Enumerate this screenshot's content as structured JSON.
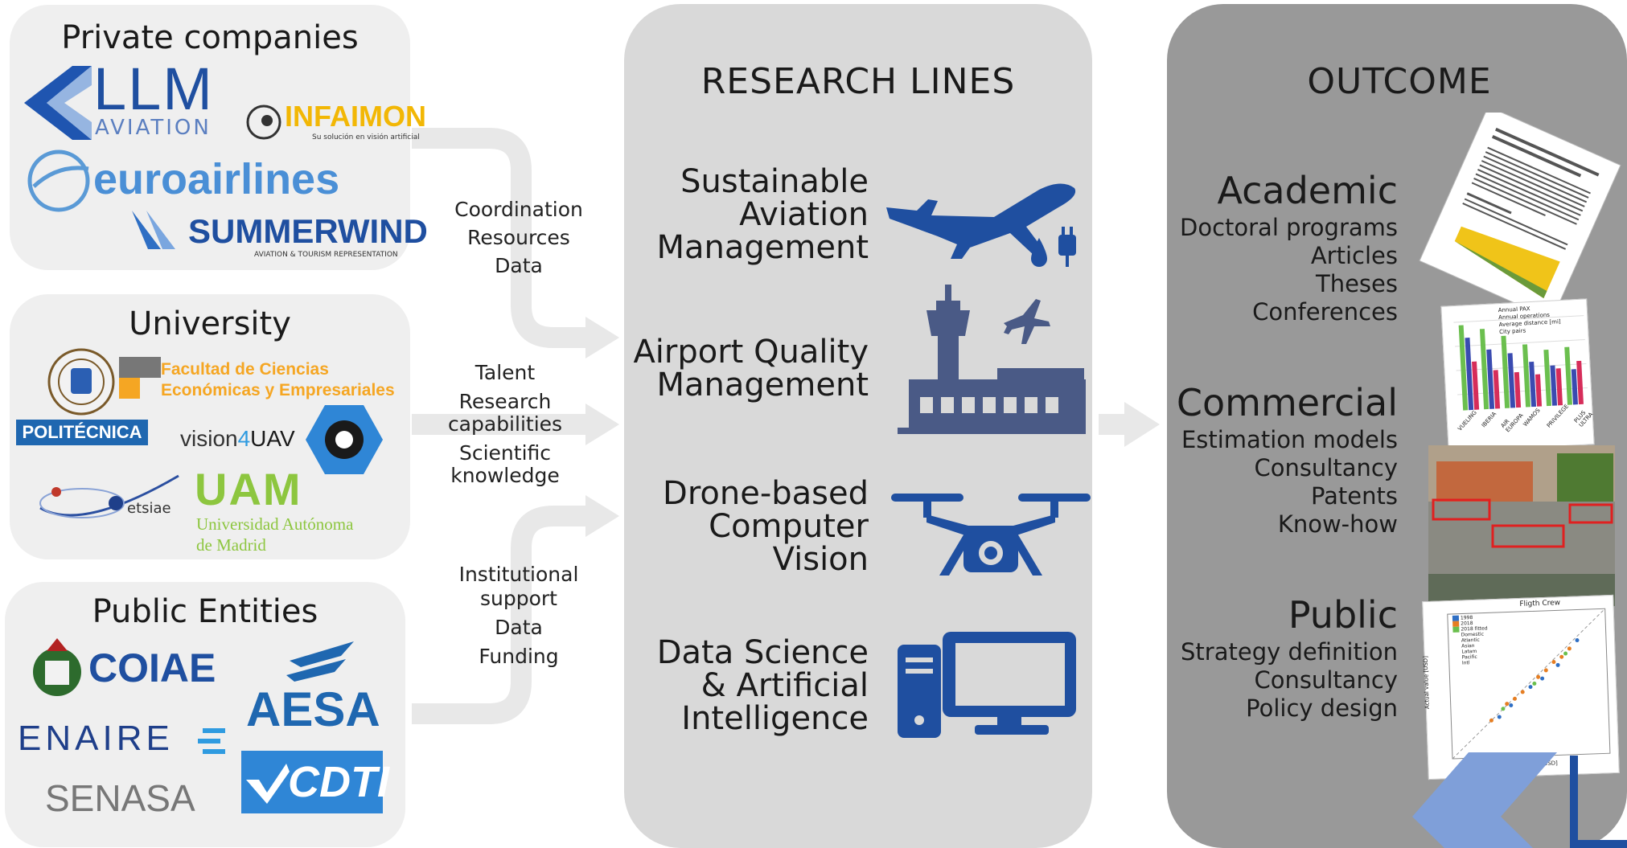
{
  "left": {
    "private": {
      "title": "Private companies",
      "logos": {
        "llm_main": "LLM",
        "llm_sub": "AVIATION",
        "infaimon_main": "INFAIMON",
        "infaimon_sub": "Su solución en visión artificial",
        "euroairlines": "euroairlines",
        "summerwind_main": "SUMMERWIND",
        "summerwind_sub": "AVIATION & TOURISM REPRESENTATION"
      }
    },
    "university": {
      "title": "University",
      "logos": {
        "fac_line1": "Facultad de Ciencias",
        "fac_line2": "Económicas y Empresariales",
        "politecnica": "POLITÉCNICA",
        "vision_a": "vision",
        "vision_b": "4",
        "vision_c": "UAV",
        "etsiae": "etsiae",
        "uam": "UAM",
        "uam_line1": "Universidad Autónoma",
        "uam_line2": "de Madrid"
      }
    },
    "public": {
      "title": "Public Entities",
      "logos": {
        "coiae": "COIAE",
        "aesa": "AESA",
        "enaire": "ENAIRE",
        "cdti": "CDTI",
        "senasa": "SENASA"
      }
    }
  },
  "flows": {
    "private": [
      "Coordination",
      "Resources",
      "Data"
    ],
    "university": [
      "Talent",
      "Research capabilities",
      "Scientific knowledge"
    ],
    "public": [
      "Institutional support",
      "Data",
      "Funding"
    ]
  },
  "research": {
    "title": "RESEARCH LINES",
    "lines": [
      {
        "label": [
          "Sustainable",
          "Aviation",
          "Management"
        ],
        "icon": "airplane-icon"
      },
      {
        "label": [
          "Airport Quality",
          "Management"
        ],
        "icon": "airport-tower-icon"
      },
      {
        "label": [
          "Drone-based",
          "Computer",
          "Vision"
        ],
        "icon": "drone-icon"
      },
      {
        "label": [
          "Data Science",
          "& Artificial",
          "Intelligence"
        ],
        "icon": "computer-icon"
      }
    ]
  },
  "outcome": {
    "title": "OUTCOME",
    "groups": [
      {
        "heading": "Academic",
        "items": [
          "Doctoral programs",
          "Articles",
          "Theses",
          "Conferences"
        ]
      },
      {
        "heading": "Commercial",
        "items": [
          "Estimation models",
          "Consultancy",
          "Patents",
          "Know-how"
        ]
      },
      {
        "heading": "Public",
        "items": [
          "Strategy definition",
          "Consultancy",
          "Policy design"
        ]
      }
    ],
    "thumbs": {
      "chart_legend": [
        "Annual PAX",
        "Annual operations",
        "Average distance [mi]",
        "City pairs"
      ],
      "chart_cats": [
        "VUELING",
        "IBERIA",
        "AIR EUROPA",
        "WAMOS",
        "PRIVILEGE",
        "PLUS ULTRA"
      ],
      "scatter_title": "Fligth Crew",
      "scatter_legend": [
        "1998",
        "2018",
        "2018 fitted",
        "Domestic",
        "Atlantic",
        "Asian",
        "Latam",
        "Pacific",
        "Intl"
      ],
      "scatter_ylabel": "Actual value [USD]",
      "scatter_xlabel": "[USD]"
    }
  },
  "colors": {
    "icon_blue": "#1f4fa0",
    "icon_slate": "#4a5a86",
    "panel_left": "#efefef",
    "panel_research": "#d9d9d9",
    "panel_outcome": "#999999",
    "arrow": "#e6e6e6"
  }
}
